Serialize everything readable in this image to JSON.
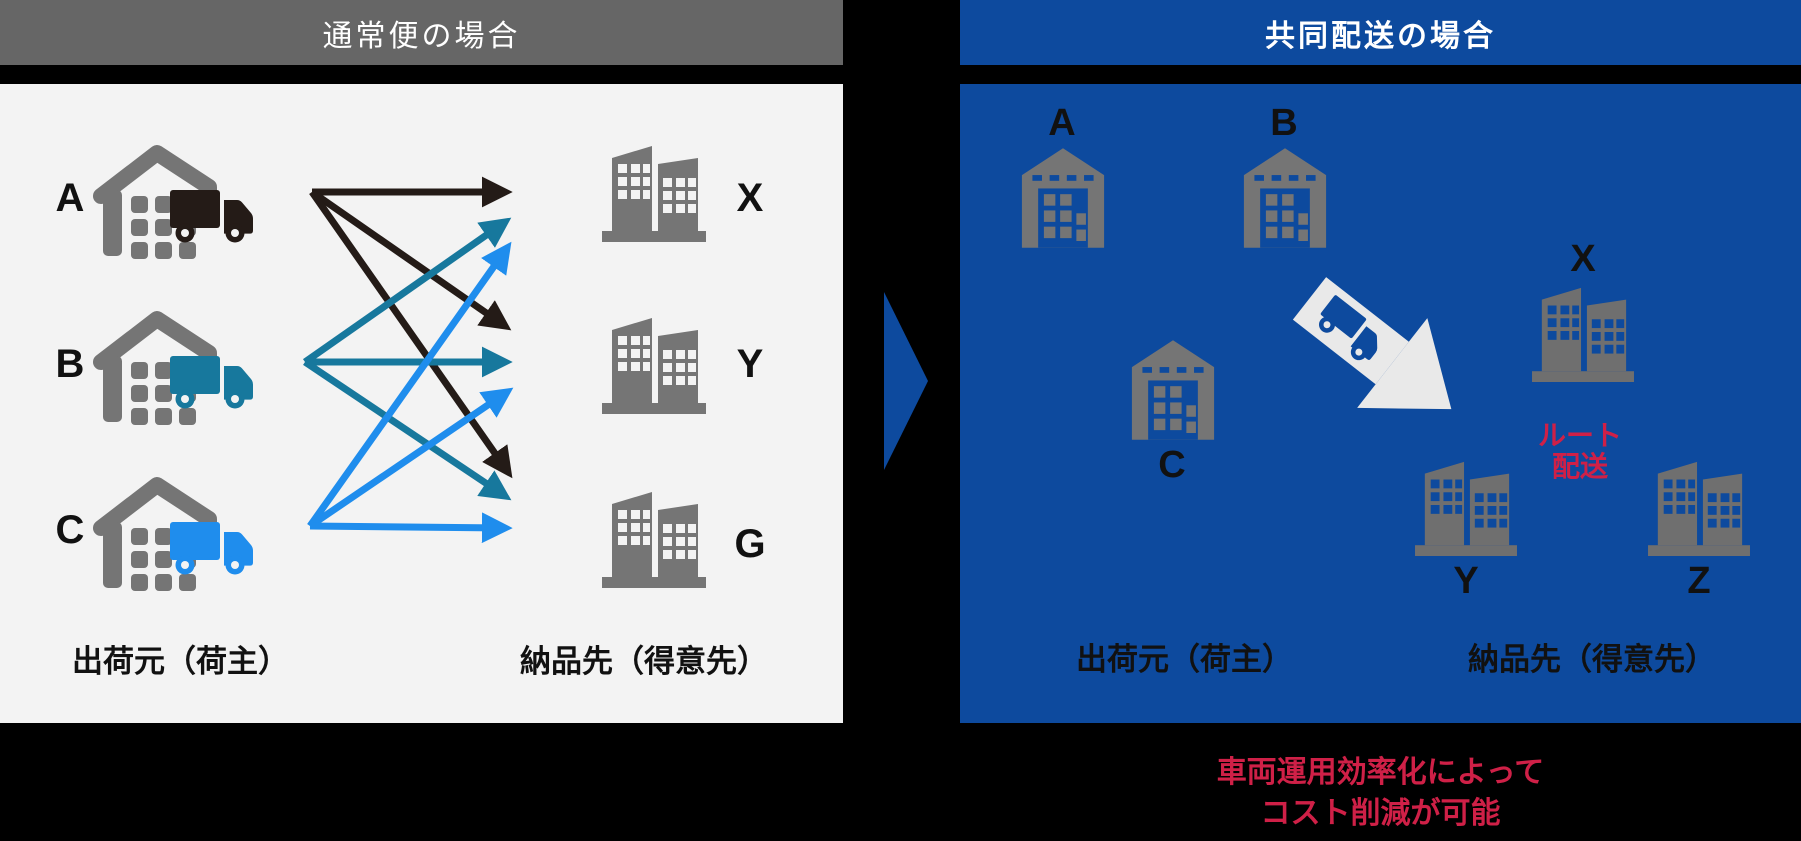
{
  "left_panel": {
    "title": "通常便の場合",
    "source_labels": [
      "A",
      "B",
      "C"
    ],
    "dest_labels": [
      "X",
      "Y",
      "G"
    ],
    "source_caption": "出荷元（荷主）",
    "dest_caption": "納品先（得意先）"
  },
  "right_panel": {
    "title": "共同配送の場合",
    "source_labels": [
      "A",
      "B",
      "C"
    ],
    "dest_labels": [
      "X",
      "Y",
      "Z"
    ],
    "route_label_line1": "ルート",
    "route_label_line2": "配送",
    "source_caption": "出荷元（荷主）",
    "dest_caption": "納品先（得意先）"
  },
  "footer": {
    "line1": "車両運用効率化によって",
    "line2": "コスト削減が可能"
  },
  "icons": {
    "warehouse_side": "warehouse-with-dock-icon",
    "warehouse_front": "warehouse-front-icon",
    "truck": "delivery-truck-icon",
    "building": "office-building-icon",
    "transition": "panel-transition-arrow-icon",
    "route_arrow": "route-delivery-truck-arrow-icon"
  },
  "colors": {
    "panel_blue": "#0d4a9e",
    "header_gray": "#666666",
    "content_light": "#f3f3f3",
    "truck_a_black": "#241b17",
    "truck_b_teal": "#17789d",
    "truck_c_blue": "#1f8ded",
    "icon_gray": "#757575",
    "building_gray": "#6f6f6f",
    "accent_red": "#cf2047",
    "arrow_white": "#e9e9e9"
  }
}
